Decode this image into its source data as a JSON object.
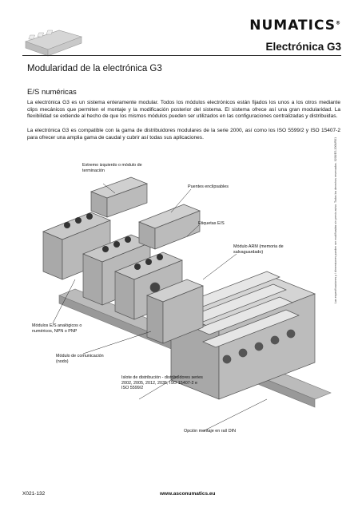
{
  "header": {
    "brand": "NUMATICS",
    "title": "Electrónica G3"
  },
  "section_title": "Modularidad de la electrónica G3",
  "subsection_title": "E/S numéricas",
  "paragraphs": [
    "La electrónica G3 es un sistema enteramente modular. Todos los módulos electrónicos están fijados los unos a los otros mediante clips mecánicos que permiten el montaje y la modificación posterior del sistema. El sistema ofrece así una gran modularidad. La flexibilidad se extiende al hecho de que los mismos módulos pueden ser utilizados en las configuraciones centralizadas y distribuidas.",
    "La electrónica G3 es compatible con la gama de distribuidores modulares de la serie 2000, así como los ISO 5599/2 y ISO 15407-2 para ofrecer una amplia gama de caudal y cubrir así todas sus aplicaciones."
  ],
  "diagram_labels": {
    "extremo": "Extremo izquierdo o módulo de terminación",
    "puentes": "Puentes enclipsables",
    "etiquetas": "Etiquetas E/S",
    "arm": "Módulo ARM (memoria de salvaguardado)",
    "modulos_es": "Módulos E/S analógicos o numéricos, NPN o PNP",
    "comunicacion": "Módulo de comunicación (nodo)",
    "islote": "Islote de distribución - distribuidores series 2002, 2005, 2012, 2035, ISO 15407-2 e ISO 5599/2",
    "din": "Opción montaje en raíl DIN"
  },
  "side_note": "Las especificaciones y / dimensiones pueden ser modificadas sin previo aviso. Todos los derechos reservados. 0208/ES 2006/R01",
  "footer": {
    "code": "X021-132",
    "url": "www.asconumatics.eu"
  }
}
